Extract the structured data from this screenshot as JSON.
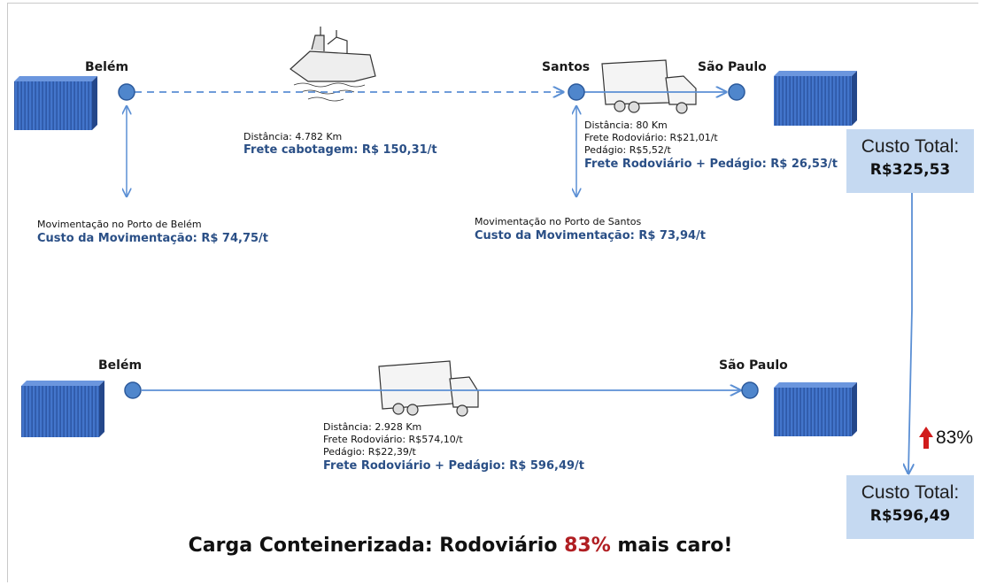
{
  "top_route": {
    "origin": "Belém",
    "port": "Santos",
    "destination": "São Paulo",
    "sea_distance": "Distância: 4.782 Km",
    "sea_freight": "Frete cabotagem: R$ 150,31/t",
    "road_distance": "Distância: 80 Km",
    "road_freight": "Frete Rodoviário: R$21,01/t",
    "road_toll": "Pedágio: R$5,52/t",
    "road_total": "Frete Rodoviário + Pedágio: R$ 26,53/t",
    "belem_port_label": "Movimentação no Porto de Belém",
    "belem_port_cost": "Custo da Movimentação: R$ 74,75/t",
    "santos_port_label": "Movimentação no Porto de Santos",
    "santos_port_cost": "Custo da Movimentação: R$ 73,94/t"
  },
  "bottom_route": {
    "origin": "Belém",
    "destination": "São Paulo",
    "distance": "Distância: 2.928 Km",
    "road_freight": "Frete Rodoviário: R$574,10/t",
    "toll": "Pedágio: R$22,39/t",
    "total": "Frete Rodoviário + Pedágio: R$ 596,49/t"
  },
  "cost_top": {
    "label": "Custo Total:",
    "value": "R$325,53"
  },
  "cost_bottom": {
    "label": "Custo Total:",
    "value": "R$596,49"
  },
  "increase": {
    "arrow": "up-arrow-icon",
    "value": "83%"
  },
  "headline": {
    "before": "Carga Conteinerizada: Rodoviário ",
    "highlight": "83%",
    "after": " mais caro!"
  },
  "colors": {
    "line": "#5b8fd4",
    "node": "#4f86cc",
    "container": "#3f6fc4",
    "box": "#c5d9f1",
    "accent": "#b01e22",
    "text_blue": "#2a4f86"
  }
}
